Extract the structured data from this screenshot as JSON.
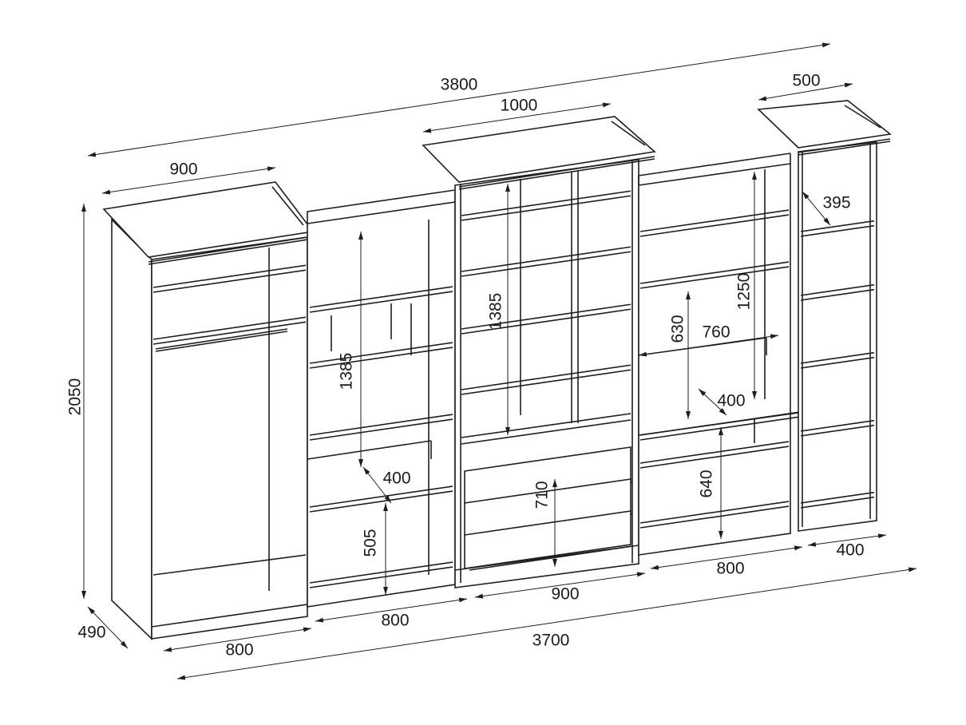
{
  "title": "Furniture wall unit dimension drawing",
  "dimensions": {
    "overall_top_width": "3800",
    "overall_bottom_width": "3700",
    "height": "2050",
    "depth": "490",
    "wardrobe_top_width": "900",
    "wardrobe_bottom_width": "800",
    "center_top_width": "1000",
    "center_bottom_width": "900",
    "tower_top_width": "500",
    "tower_bottom_width": "400",
    "open_left_bottom_width": "800",
    "open_right_bottom_width": "800",
    "tower_depth": "395",
    "open_left_height": "1385",
    "center_height": "1385",
    "open_left_shelf_depth": "400",
    "open_left_lower_height": "505",
    "drawers_height": "710",
    "open_right_mid_height": "630",
    "open_right_mid_width": "760",
    "open_right_upper_height": "1250",
    "open_right_shelf_depth": "400",
    "open_right_lower_height": "640"
  }
}
